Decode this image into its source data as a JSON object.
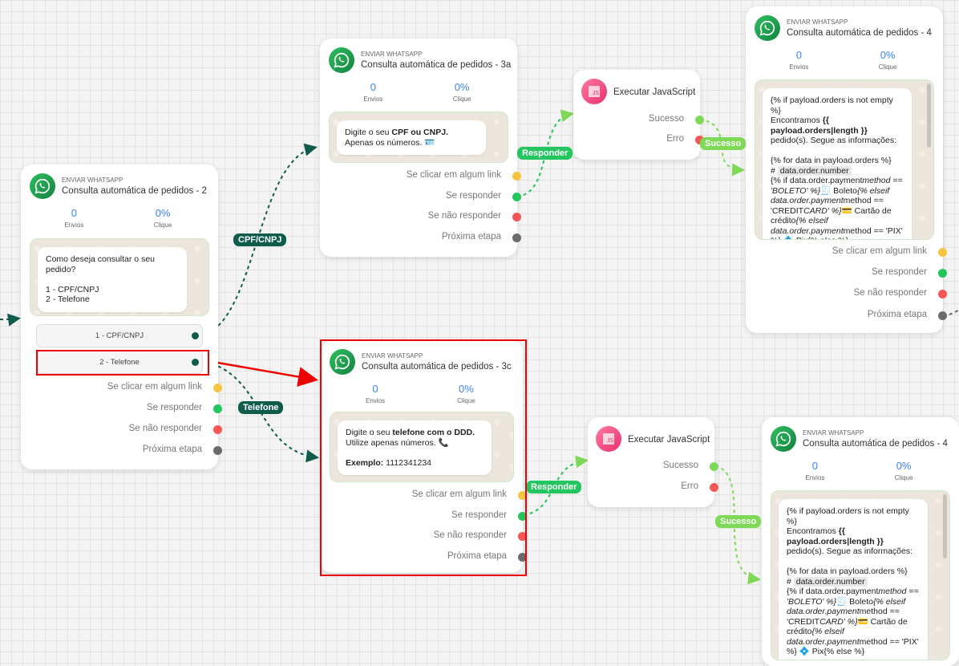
{
  "colors": {
    "accent": "#3b82f6",
    "link": "#f5c542",
    "responder": "#22c55e",
    "no_reply": "#f55757",
    "next": "#6b6b6b",
    "edge_dark": "#0f5c4d",
    "edge_light": "#7ed957",
    "highlight": "#e00000"
  },
  "output_labels": [
    "Se clicar em algum link",
    "Se responder",
    "Se não responder",
    "Próxima etapa"
  ],
  "nodes": [
    {
      "id": "n2",
      "kind": "ENVIAR WHATSAPP",
      "title": "Consulta automática de pedidos - 2",
      "envios": "0",
      "envios_label": "Envios",
      "clique": "0%",
      "clique_label": "Clique",
      "message": [
        [
          {
            "t": "Como deseja consultar o seu pedido?"
          }
        ],
        [
          {
            "t": ""
          }
        ],
        [
          {
            "t": "1 - CPF/CNPJ"
          }
        ],
        [
          {
            "t": "2 - Telefone"
          }
        ]
      ],
      "choices": [
        "1 - CPF/CNPJ",
        "2 - Telefone"
      ]
    },
    {
      "id": "n3a",
      "kind": "ENVIAR WHATSAPP",
      "title": "Consulta automática de pedidos - 3a",
      "envios": "0",
      "envios_label": "Envios",
      "clique": "0%",
      "clique_label": "Clique",
      "message": [
        [
          {
            "t": "Digite o seu "
          },
          {
            "t": "CPF ou CNPJ.",
            "b": true
          },
          {
            "t": " Apenas os números. 🪪"
          }
        ]
      ]
    },
    {
      "id": "n3c",
      "kind": "ENVIAR WHATSAPP",
      "title": "Consulta automática de pedidos - 3c",
      "envios": "0",
      "envios_label": "Envios",
      "clique": "0%",
      "clique_label": "Clique",
      "message": [
        [
          {
            "t": "Digite o seu "
          },
          {
            "t": "telefone com o DDD.",
            "b": true
          }
        ],
        [
          {
            "t": "Utilize apenas números. 📞"
          }
        ],
        [
          {
            "t": ""
          }
        ],
        [
          {
            "t": "Exemplo:",
            "b": true
          },
          {
            "t": " 1112341234"
          }
        ]
      ]
    },
    {
      "id": "n4a",
      "kind": "ENVIAR WHATSAPP",
      "title": "Consulta automática de pedidos - 4",
      "envios": "0",
      "envios_label": "Envios",
      "clique": "0%",
      "clique_label": "Clique",
      "message": [
        [
          {
            "t": "{% if payload.orders is not empty %}"
          }
        ],
        [
          {
            "t": "Encontramos "
          },
          {
            "t": "{{ payload.orders|length }}",
            "b": true
          }
        ],
        [
          {
            "t": "pedido(s). Segue as informações:"
          }
        ],
        [
          {
            "t": ""
          }
        ],
        [
          {
            "t": "{% for data in payload.orders %}"
          }
        ],
        [
          {
            "t": "# "
          },
          {
            "t": "data.order.number",
            "c": true
          }
        ],
        [
          {
            "t": "{% if data.order.payment"
          },
          {
            "t": "method == 'BOLETO' %}",
            "i": true
          },
          {
            "t": "🧾 Boleto"
          },
          {
            "t": "{% elseif data.order.payment",
            "i": true
          },
          {
            "t": "method == 'CREDIT"
          },
          {
            "t": "CARD' %}",
            "i": true
          },
          {
            "t": "💳 Cartão de crédito"
          },
          {
            "t": "{% elseif data.order.payment",
            "i": true
          },
          {
            "t": "method == 'PIX' %} 💠 Pix{% else %}"
          }
        ]
      ]
    },
    {
      "id": "n4b",
      "kind": "ENVIAR WHATSAPP",
      "title": "Consulta automática de pedidos - 4",
      "envios": "0",
      "envios_label": "Envios",
      "clique": "0%",
      "clique_label": "Clique",
      "message": [
        [
          {
            "t": "{% if payload.orders is not empty %}"
          }
        ],
        [
          {
            "t": "Encontramos "
          },
          {
            "t": "{{ payload.orders|length }}",
            "b": true
          }
        ],
        [
          {
            "t": "pedido(s). Segue as informações:"
          }
        ],
        [
          {
            "t": ""
          }
        ],
        [
          {
            "t": "{% for data in payload.orders %}"
          }
        ],
        [
          {
            "t": "# "
          },
          {
            "t": "data.order.number",
            "c": true
          }
        ],
        [
          {
            "t": "{% if data.order.payment"
          },
          {
            "t": "method == 'BOLETO' %}",
            "i": true
          },
          {
            "t": "🧾 Boleto"
          },
          {
            "t": "{% elseif data.order.payment",
            "i": true
          },
          {
            "t": "method == 'CREDIT"
          },
          {
            "t": "CARD' %}",
            "i": true
          },
          {
            "t": "💳 Cartão de crédito"
          },
          {
            "t": "{% elseif data.order.payment",
            "i": true
          },
          {
            "t": "method == 'PIX' %} 💠 Pix{% else %}"
          }
        ]
      ]
    }
  ],
  "js_nodes": [
    {
      "id": "js1",
      "title": "Executar JavaScript",
      "icon_text": "JS",
      "outputs": [
        "Sucesso",
        "Erro"
      ]
    },
    {
      "id": "js2",
      "title": "Executar JavaScript",
      "icon_text": "JS",
      "outputs": [
        "Sucesso",
        "Erro"
      ]
    }
  ],
  "edge_labels": {
    "cpf": "CPF/CNPJ",
    "telefone": "Telefone",
    "responder1": "Responder",
    "sucesso1": "Sucesso",
    "responder2": "Responder",
    "sucesso2": "Sucesso"
  }
}
